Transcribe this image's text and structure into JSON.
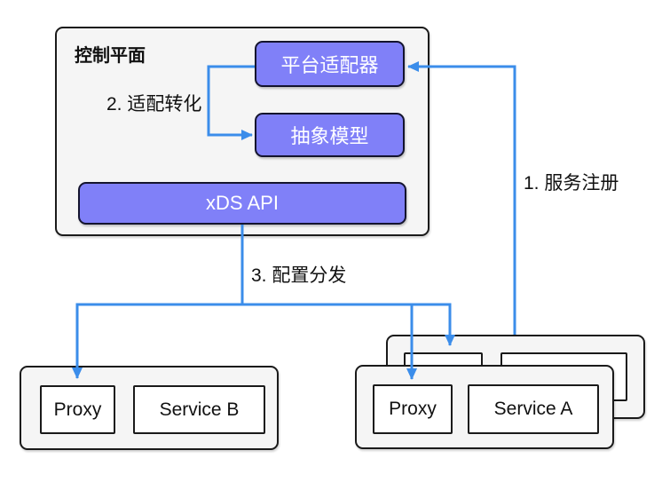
{
  "colors": {
    "canvas_bg": "#ffffff",
    "node_fill": "#8080f8",
    "node_border": "#14142e",
    "node_text": "#ffffff",
    "group_fill": "#f5f5f5",
    "group_border": "#1a1a1a",
    "box_fill": "#ffffff",
    "box_border": "#1a1a1a",
    "arrow": "#3b8dea",
    "label_text": "#111111"
  },
  "control_plane": {
    "title": "控制平面",
    "nodes": {
      "platform_adapter": "平台适配器",
      "abstract_model": "抽象模型",
      "xds_api": "xDS API"
    }
  },
  "edges": {
    "service_registration": "1. 服务注册",
    "adaptation_transform": "2. 适配转化",
    "config_distribution": "3. 配置分发"
  },
  "service_b_group": {
    "proxy": "Proxy",
    "service": "Service B"
  },
  "service_a_group": {
    "proxy": "Proxy",
    "service": "Service A"
  }
}
